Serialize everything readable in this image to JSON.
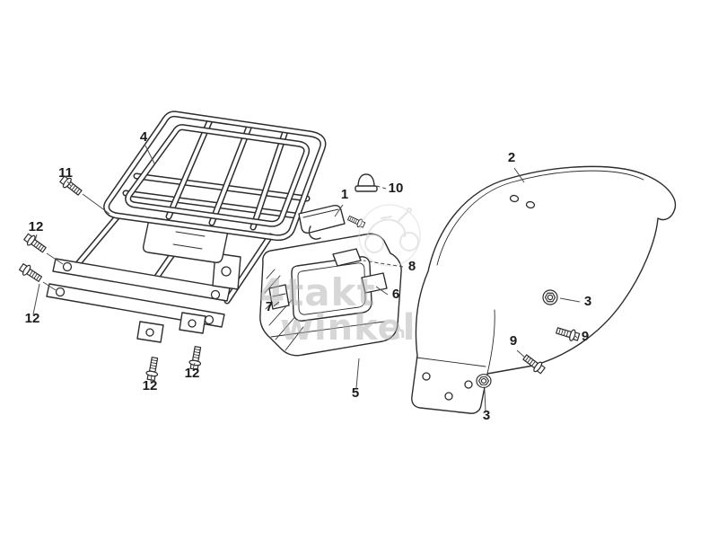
{
  "page": {
    "background": "#ffffff"
  },
  "colors": {
    "ink": "#2d2d2d",
    "watermark_text": "#b0b0b0",
    "watermark_line": "#cccccc"
  },
  "watermark": {
    "line1": "4takt",
    "line2": "winkel",
    "suffix": ".nl"
  },
  "callouts": [
    {
      "label": "4"
    },
    {
      "label": "11"
    },
    {
      "label": "12"
    },
    {
      "label": "12"
    },
    {
      "label": "12"
    },
    {
      "label": "12"
    },
    {
      "label": "1"
    },
    {
      "label": "10"
    },
    {
      "label": "8"
    },
    {
      "label": "6"
    },
    {
      "label": "7"
    },
    {
      "label": "5"
    },
    {
      "label": "2"
    },
    {
      "label": "3"
    },
    {
      "label": "9"
    },
    {
      "label": "9"
    },
    {
      "label": "3"
    }
  ]
}
